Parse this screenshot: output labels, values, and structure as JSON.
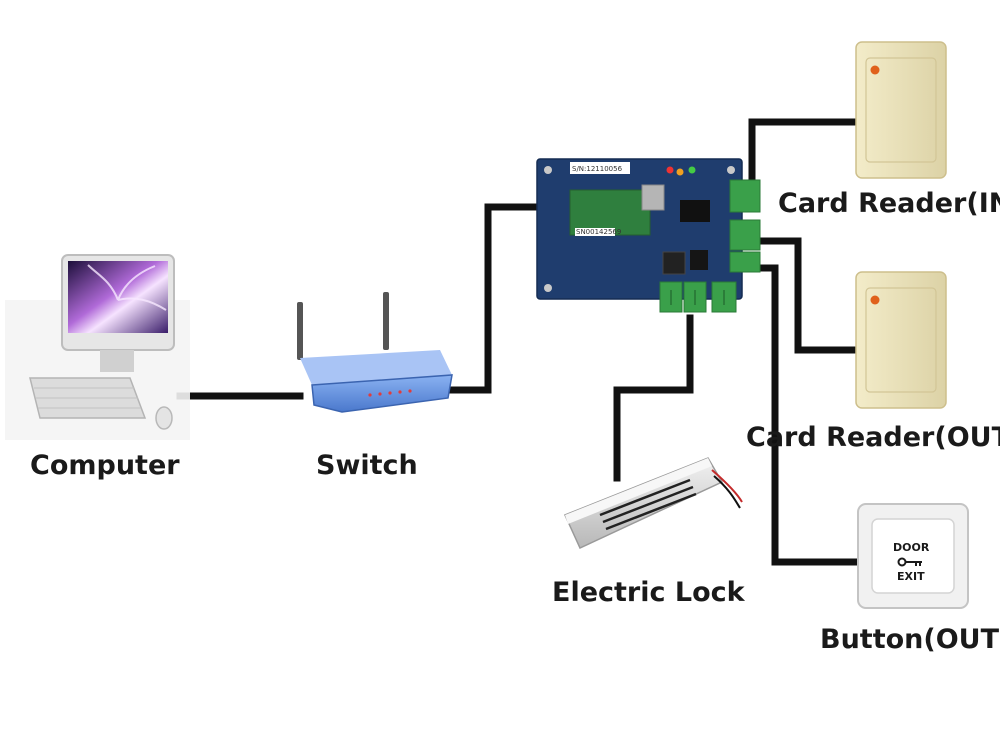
{
  "labels": {
    "computer": "Computer",
    "switch": "Switch",
    "card_reader_in": "Card Reader(IN",
    "card_reader_out": "Card Reader(OUT",
    "electric_lock": "Electric Lock",
    "button_out": "Button(OUT)"
  },
  "board": {
    "sticker_sn": "S/N:12110056",
    "sticker_small": "SN00142569"
  },
  "exit_button": {
    "top_text": "DOOR",
    "bottom_text": "EXIT"
  },
  "colors": {
    "wire": "#111111",
    "board": "#1f3d6e",
    "terminal": "#3aa04a",
    "reader": "#ece4bd",
    "switch": "#6c98e6",
    "lock": "#d6d6d6",
    "label": "#1a1a1a"
  }
}
